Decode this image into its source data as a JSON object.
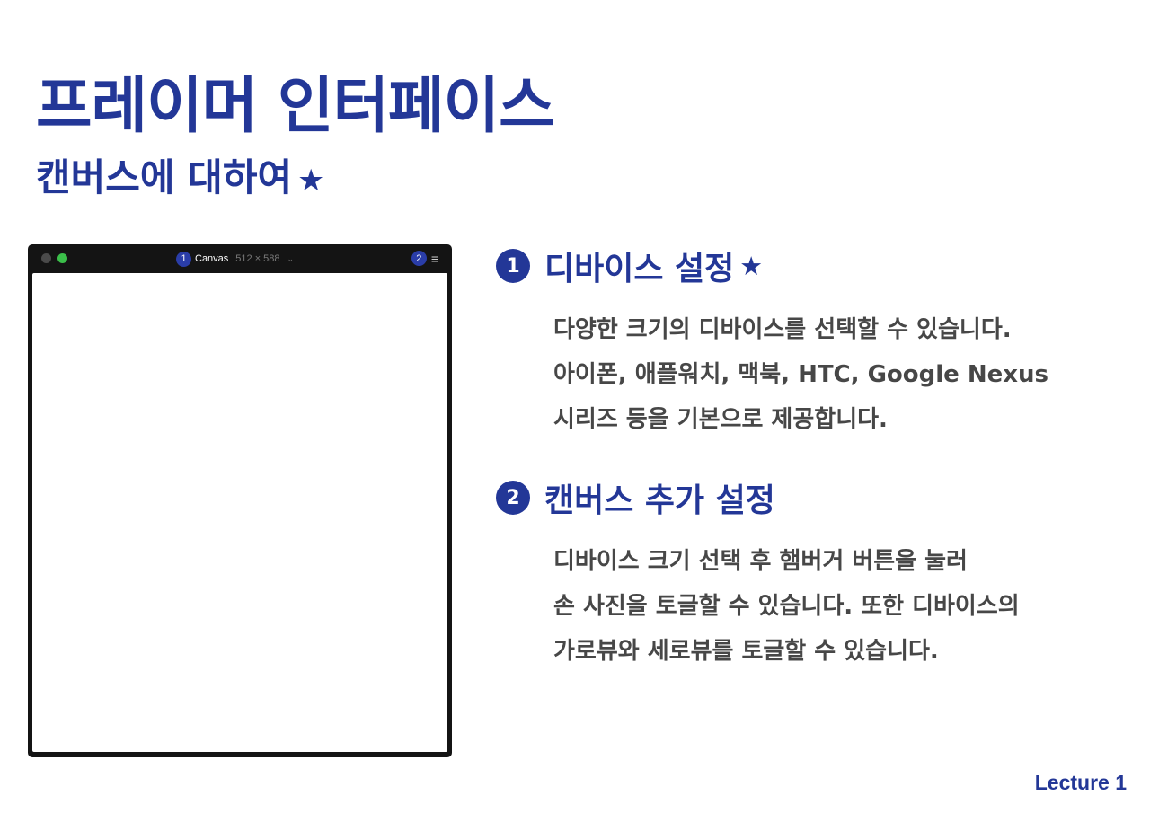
{
  "header": {
    "title": "프레이머 인터페이스",
    "subtitle": "캔버스에 대하여",
    "subtitle_icon": "star-icon"
  },
  "canvas_window": {
    "marker_1": "1",
    "name": "Canvas",
    "size": "512 × 588",
    "marker_2": "2",
    "icons": [
      "window-dot-gray",
      "window-dot-green",
      "chevron-down-icon",
      "hamburger-icon"
    ],
    "colors": {
      "frame": "#141414",
      "marker": "#2a3da8",
      "green_dot": "#3bbf4a"
    }
  },
  "sections": [
    {
      "number": "1",
      "title": "디바이스 설정",
      "title_icon": "star-icon",
      "lines": [
        "다양한 크기의 디바이스를 선택할 수 있습니다.",
        "아이폰, 애플워치, 맥북, HTC, Google Nexus",
        "시리즈 등을 기본으로 제공합니다."
      ]
    },
    {
      "number": "2",
      "title": "캔버스 추가 설정",
      "lines": [
        "디바이스 크기 선택 후 햄버거 버튼을 눌러",
        "손 사진을 토글할 수 있습니다. 또한 디바이스의",
        "가로뷰와 세로뷰를 토글할 수 있습니다."
      ]
    }
  ],
  "footer": {
    "label": "Lecture 1"
  },
  "colors": {
    "accent": "#233797",
    "body_text": "#474747"
  }
}
